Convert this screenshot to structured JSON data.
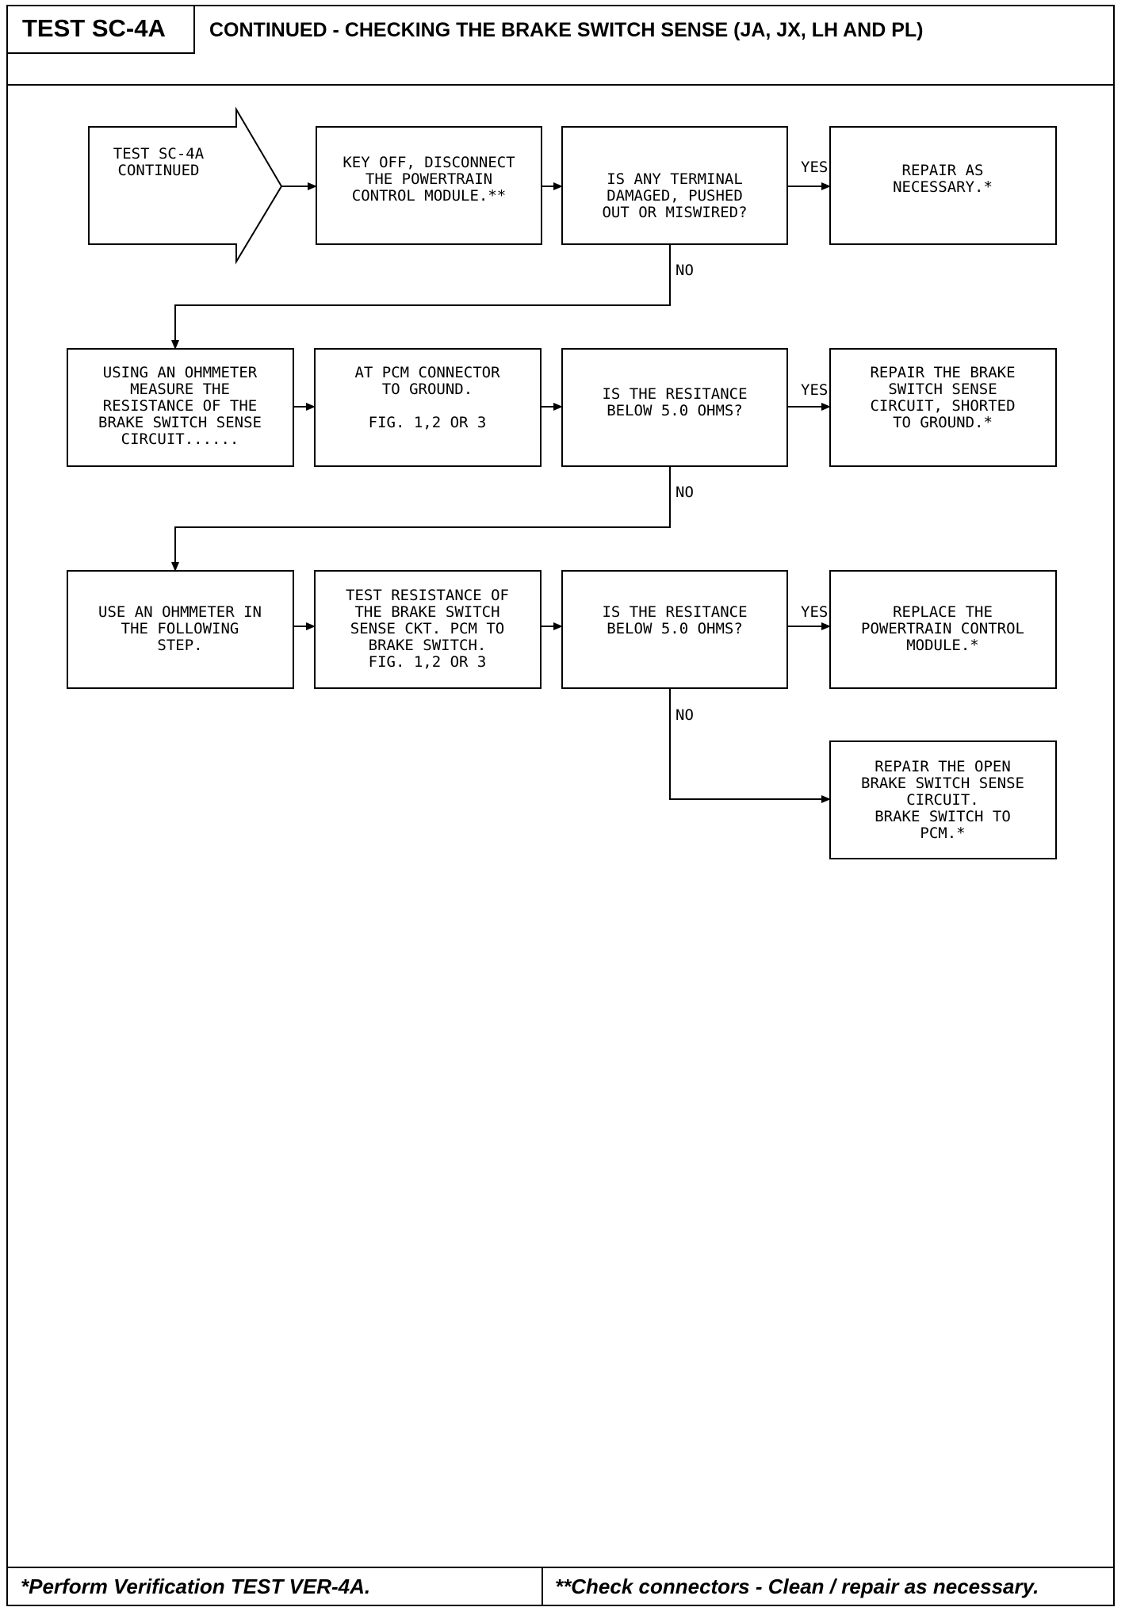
{
  "header": {
    "test_id": "TEST SC-4A",
    "title": "CONTINUED - CHECKING THE BRAKE SWITCH SENSE (JA, JX, LH AND PL)"
  },
  "footer": {
    "left": "*Perform Verification TEST VER-4A.",
    "right": "**Check connectors - Clean / repair as necessary."
  },
  "flow": {
    "start": [
      "TEST SC-4A",
      "CONTINUED"
    ],
    "key_off": [
      "KEY OFF, DISCONNECT",
      "THE POWERTRAIN",
      "CONTROL MODULE.**"
    ],
    "q_terminal": [
      "IS ANY TERMINAL",
      "DAMAGED, PUSHED",
      "OUT OR MISWIRED?"
    ],
    "repair_necessary": [
      "REPAIR AS",
      "NECESSARY.*"
    ],
    "using_ohmmeter": [
      "USING AN OHMMETER",
      "MEASURE THE",
      "RESISTANCE OF THE",
      "BRAKE SWITCH SENSE",
      "CIRCUIT......"
    ],
    "at_pcm": [
      "AT PCM CONNECTOR",
      "TO GROUND.",
      "",
      "FIG. 1,2 OR 3"
    ],
    "q_resistance_1": [
      "IS THE RESITANCE",
      "BELOW 5.0 OHMS?"
    ],
    "repair_shorted": [
      "REPAIR THE BRAKE",
      "SWITCH SENSE",
      "CIRCUIT, SHORTED",
      "TO GROUND.*"
    ],
    "use_ohmmeter": [
      "USE AN OHMMETER IN",
      "THE FOLLOWING",
      "STEP."
    ],
    "test_resistance": [
      "TEST RESISTANCE OF",
      "THE BRAKE SWITCH",
      "SENSE CKT. PCM TO",
      "BRAKE SWITCH.",
      "FIG. 1,2 OR 3"
    ],
    "q_resistance_2": [
      "IS THE RESITANCE",
      "BELOW 5.0 OHMS?"
    ],
    "replace_pcm": [
      "REPLACE THE",
      "POWERTRAIN CONTROL",
      "MODULE.*"
    ],
    "repair_open": [
      "REPAIR THE OPEN",
      "BRAKE SWITCH SENSE",
      "CIRCUIT.",
      "BRAKE SWITCH TO",
      "PCM.*"
    ],
    "yes_label": "YES",
    "no_label": "NO"
  }
}
